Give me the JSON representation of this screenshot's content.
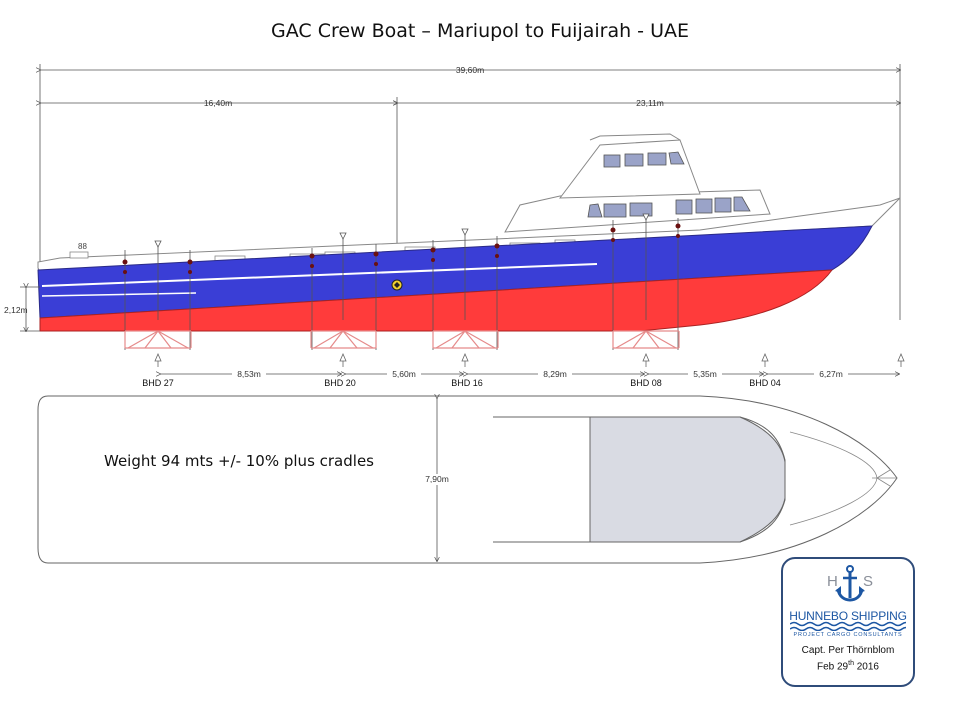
{
  "title": "GAC Crew Boat – Mariupol to Fuijairah - UAE",
  "weight_note": "Weight 94 mts +/-  10% plus cradles",
  "dimensions": {
    "overall_length": "39,60m",
    "aft_section": "16,40m",
    "fwd_section": "23,11m",
    "height": "2,12m",
    "beam": "7,90m",
    "spacing_27_20": "8,53m",
    "spacing_20_16": "5,60m",
    "spacing_16_08": "8,29m",
    "spacing_08_04": "5,35m",
    "spacing_04_bow": "6,27m"
  },
  "bulkheads": [
    "BHD 27",
    "BHD 20",
    "BHD 16",
    "BHD 08",
    "BHD 04"
  ],
  "hull_marking": "88",
  "logo": {
    "initial_left": "H",
    "initial_right": "S",
    "company": "HUNNEBO SHIPPING",
    "tagline": "PROJECT CARGO CONSULTANTS",
    "captain": "Capt. Per Thörnblom",
    "date_main": "Feb 29",
    "date_sup": "th",
    "date_year": " 2016"
  },
  "colors": {
    "hull_blue": "#3a3ed6",
    "bottom_red": "#ff3b3b",
    "cradle": "#e58a8a",
    "logo_blue": "#1d57a3"
  }
}
